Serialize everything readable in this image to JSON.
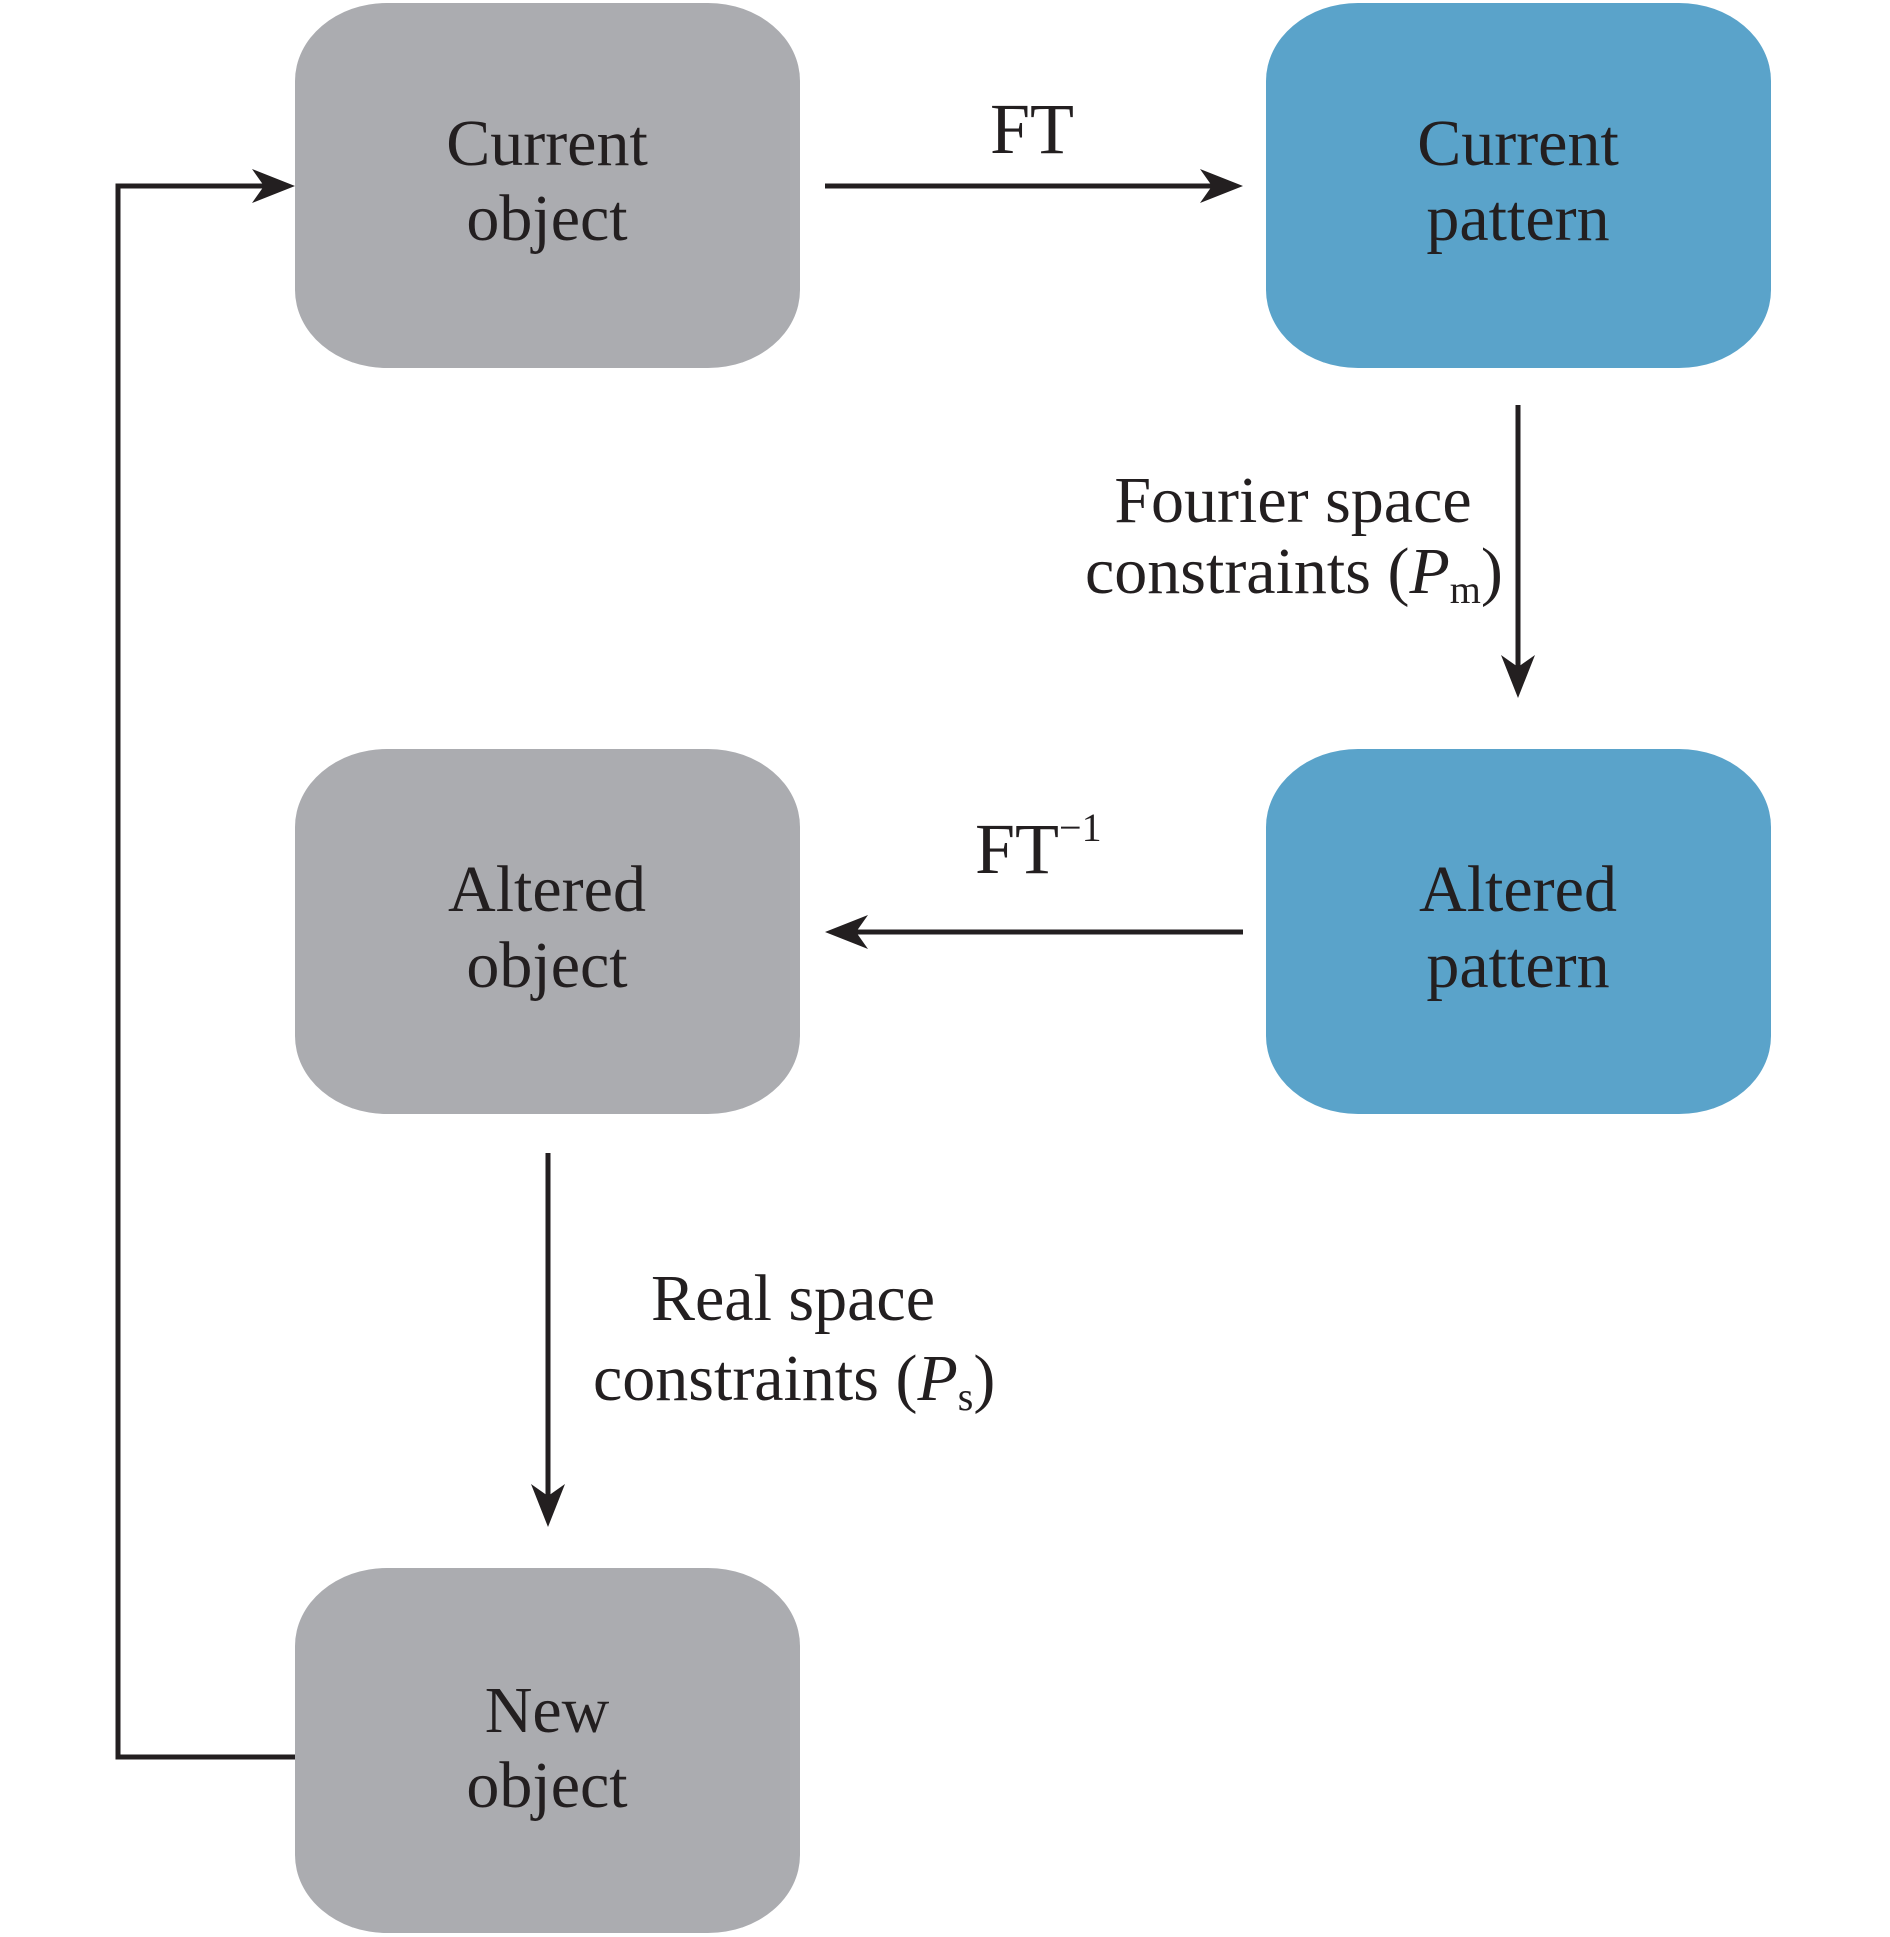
{
  "diagram": {
    "type": "flowchart",
    "title": "Iterative phase retrieval loop",
    "colors": {
      "object_box": "#abacb0",
      "pattern_box": "#5aa3ca",
      "text": "#231f20",
      "arrow": "#231f20"
    },
    "nodes": [
      {
        "id": "current_object",
        "lines": [
          "Current",
          "object"
        ],
        "kind": "object"
      },
      {
        "id": "current_pattern",
        "lines": [
          "Current",
          "pattern"
        ],
        "kind": "pattern"
      },
      {
        "id": "altered_pattern",
        "lines": [
          "Altered",
          "pattern"
        ],
        "kind": "pattern"
      },
      {
        "id": "altered_object",
        "lines": [
          "Altered",
          "object"
        ],
        "kind": "object"
      },
      {
        "id": "new_object",
        "lines": [
          "New",
          "object"
        ],
        "kind": "object"
      }
    ],
    "edges": [
      {
        "from": "current_object",
        "to": "current_pattern",
        "label": "FT",
        "label_sup": ""
      },
      {
        "from": "current_pattern",
        "to": "altered_pattern",
        "label_lines": [
          "Fourier space",
          "constraints ("
        ],
        "symbol": "P",
        "subscript": "m",
        "close": ")"
      },
      {
        "from": "altered_pattern",
        "to": "altered_object",
        "label": "FT",
        "label_sup": "−1"
      },
      {
        "from": "altered_object",
        "to": "new_object",
        "label_lines": [
          "Real space",
          "constraints ("
        ],
        "symbol": "P",
        "subscript": "s",
        "close": ")"
      },
      {
        "from": "new_object",
        "to": "current_object",
        "label": ""
      }
    ]
  }
}
